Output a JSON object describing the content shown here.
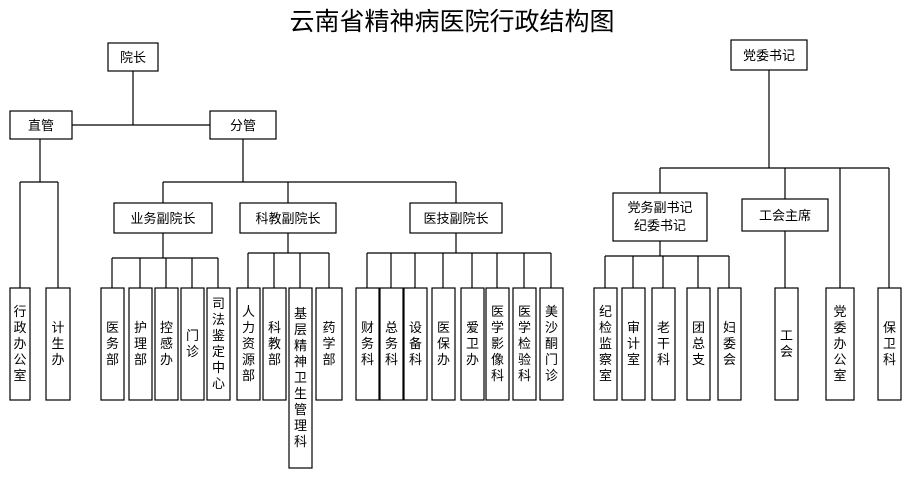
{
  "title": "云南省精神病医院行政结构图",
  "nodes": {
    "yuanzhang": "院长",
    "zhiguan": "直管",
    "fenguan": "分管",
    "yewu_fuyuanzhang": "业务副院长",
    "kejiao_fuyuanzhang": "科教副院长",
    "yiji_fuyuanzhang": "医技副院长",
    "dangwei_shuji": "党委书记",
    "dangwu_fushuji": "党务副书记",
    "jiwei_shuji": "纪委书记",
    "gonghui_zhuxi": "工会主席",
    "xingzheng_bangongshi": "行政办公室",
    "jishengban": "计生办",
    "yiwubu": "医务部",
    "hulibu": "护理部",
    "kongganban": "控感办",
    "menzhen": "门诊",
    "sifa_jianding": "司法鉴定中心",
    "renli_ziyuanbu": "人力资源部",
    "kejiaobu": "科教部",
    "jiceng_jingshen": "基层精神卫生管理科",
    "yaoxuebu": "药学部",
    "caiwuke": "财务科",
    "zongwuke": "总务科",
    "shebeike": "设备科",
    "yibaoban": "医保办",
    "aiweiban": "爱卫办",
    "yixue_yingxiangke": "医学影像科",
    "yixue_jianyanke": "医学检验科",
    "meishatong_menzhen": "美沙酮门诊",
    "jijian_jiancha": "纪检监察室",
    "shenjishi": "审计室",
    "laoganke": "老干科",
    "tuanzongzhi": "团总支",
    "fuweihui": "妇委会",
    "gonghui": "工会",
    "dangwei_bangongshi": "党委办公室",
    "baoweike": "保卫科"
  }
}
